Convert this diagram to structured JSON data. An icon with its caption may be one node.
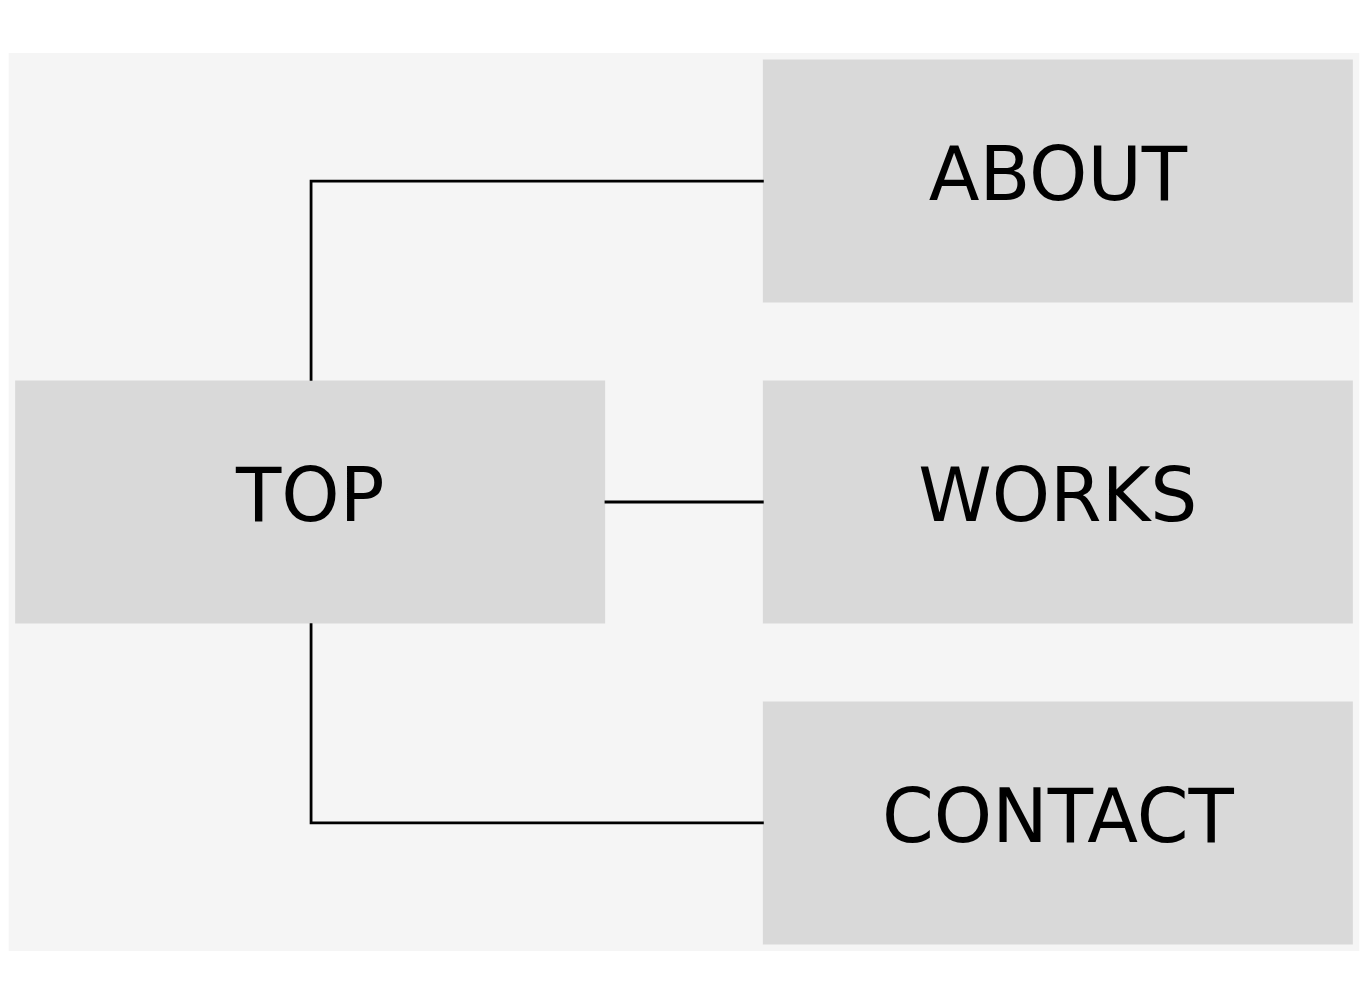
{
  "diagram": {
    "nodes": [
      {
        "text": [
          "TOP"
        ]
      },
      {
        "text": [
          "ABOUT"
        ]
      },
      {
        "text": [
          "WORKS"
        ]
      },
      {
        "text": [
          "CONTACT"
        ]
      }
    ],
    "edges": [
      {
        "from": 0,
        "to": 1,
        "arrow": "none"
      },
      {
        "from": 0,
        "to": 2,
        "arrow": "none"
      },
      {
        "from": 0,
        "to": 3,
        "arrow": "none"
      }
    ]
  }
}
